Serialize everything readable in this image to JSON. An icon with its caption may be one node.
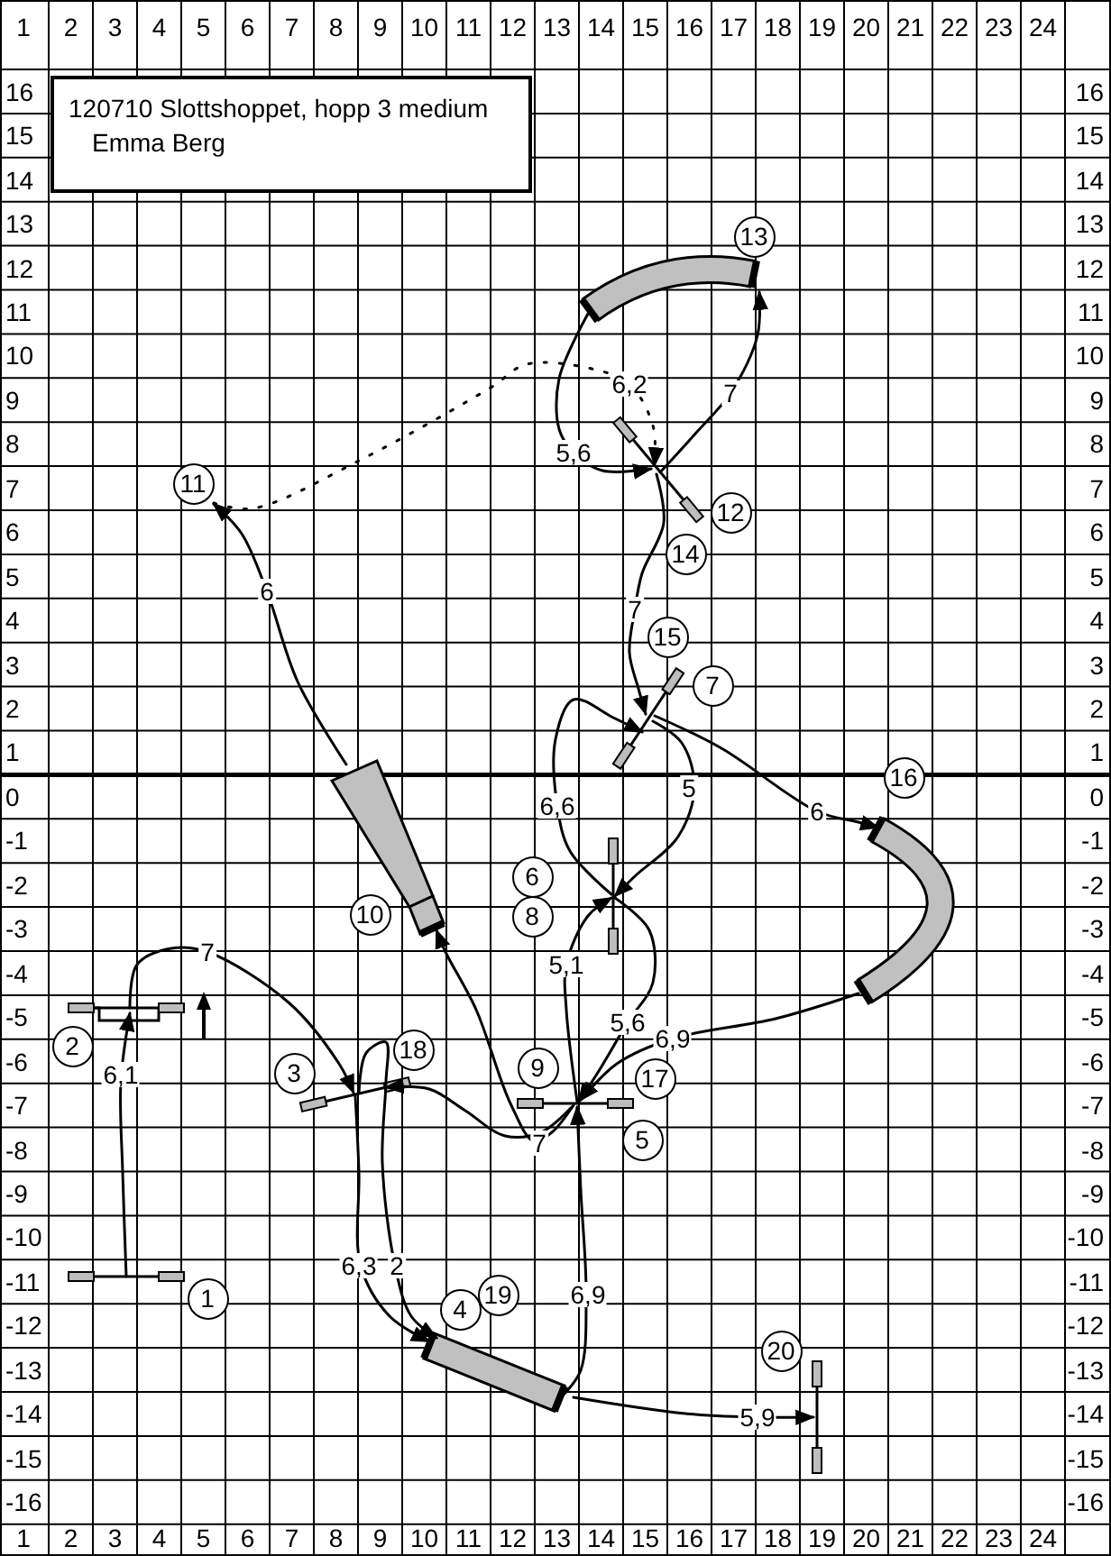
{
  "diagram": {
    "nodes": [
      {
        "text": [
          "120710 Slottshoppet, hopp 3 medium",
          "Emma Berg"
        ]
      },
      {
        "text": [
          "1"
        ]
      },
      {
        "text": [
          "2"
        ]
      },
      {
        "text": [
          "3"
        ]
      },
      {
        "text": [
          "4"
        ]
      },
      {
        "text": [
          "5"
        ]
      },
      {
        "text": [
          "6"
        ]
      },
      {
        "text": [
          "7"
        ]
      },
      {
        "text": [
          "8"
        ]
      },
      {
        "text": [
          "9"
        ]
      },
      {
        "text": [
          "10"
        ]
      },
      {
        "text": [
          "11"
        ]
      },
      {
        "text": [
          "12"
        ]
      },
      {
        "text": [
          "13"
        ]
      },
      {
        "text": [
          "14"
        ]
      },
      {
        "text": [
          "15"
        ]
      },
      {
        "text": [
          "16"
        ]
      },
      {
        "text": [
          "17"
        ]
      },
      {
        "text": [
          "18"
        ]
      },
      {
        "text": [
          "19"
        ]
      },
      {
        "text": [
          "20"
        ]
      },
      {
        "text": [],
        "shape": "bar"
      },
      {
        "text": [],
        "shape": "bar"
      },
      {
        "text": [],
        "shape": "bar"
      },
      {
        "text": [],
        "shape": "box"
      },
      {
        "text": [],
        "shape": "bar"
      },
      {
        "text": [],
        "shape": "bar"
      },
      {
        "text": [],
        "shape": "bar"
      },
      {
        "text": [],
        "shape": "box"
      },
      {
        "text": [],
        "shape": "bar"
      },
      {
        "text": [],
        "shape": "box"
      },
      {
        "text": [],
        "shape": "box"
      },
      {
        "text": [],
        "shape": "bar"
      }
    ],
    "edges": [
      {
        "from": 21,
        "to": 22,
        "arrow": "to",
        "label": "6,1"
      },
      {
        "from": 22,
        "to": 23,
        "arrow": "to",
        "label": "7"
      },
      {
        "from": 23,
        "to": 24,
        "arrow": "to",
        "label": "6,3"
      },
      {
        "from": 24,
        "to": 25,
        "arrow": "to",
        "label": "6,9"
      },
      {
        "from": 25,
        "to": 26,
        "arrow": "to",
        "label": "5,1"
      },
      {
        "from": 26,
        "to": 27,
        "arrow": "to",
        "label": "6,6"
      },
      {
        "from": 27,
        "to": 26,
        "arrow": "to",
        "label": "5"
      },
      {
        "from": 26,
        "to": 25,
        "arrow": "to",
        "label": "5,6"
      },
      {
        "from": 25,
        "to": 28,
        "arrow": "to",
        "label": "7"
      },
      {
        "from": 28,
        "to": 11,
        "arrow": "to",
        "label": "6"
      },
      {
        "from": 11,
        "to": 29,
        "arrow": "to",
        "label": "6,2",
        "style": "dashed"
      },
      {
        "from": 29,
        "to": 30,
        "arrow": "to",
        "label": "7"
      },
      {
        "from": 30,
        "to": 29,
        "arrow": "to",
        "label": "5,6"
      },
      {
        "from": 29,
        "to": 27,
        "arrow": "to",
        "label": "7"
      },
      {
        "from": 27,
        "to": 31,
        "arrow": "to",
        "label": "6"
      },
      {
        "from": 31,
        "to": 25,
        "arrow": "to",
        "label": "6,9"
      },
      {
        "from": 25,
        "to": 23,
        "arrow": "to"
      },
      {
        "from": 23,
        "to": 24,
        "arrow": "to",
        "label": "2"
      },
      {
        "from": 24,
        "to": 32,
        "arrow": "to",
        "label": "5,9"
      }
    ],
    "labels": [
      "1",
      "2",
      "3",
      "4",
      "5",
      "6",
      "7",
      "8",
      "9",
      "10",
      "11",
      "12",
      "13",
      "14",
      "15",
      "16",
      "17",
      "18",
      "19",
      "20",
      "21",
      "22",
      "23",
      "24",
      "16",
      "16",
      "15",
      "15",
      "14",
      "14",
      "13",
      "13",
      "12",
      "12",
      "11",
      "11",
      "10",
      "10",
      "9",
      "9",
      "8",
      "8",
      "7",
      "7",
      "6",
      "6",
      "5",
      "5",
      "4",
      "4",
      "3",
      "3",
      "2",
      "2",
      "1",
      "1",
      "0",
      "0",
      "-1",
      "-1",
      "-2",
      "-2",
      "-3",
      "-3",
      "-4",
      "-4",
      "-5",
      "-5",
      "-6",
      "-6",
      "-7",
      "-7",
      "-8",
      "-8",
      "-9",
      "-9",
      "-10",
      "-10",
      "-11",
      "-11",
      "-12",
      "-12",
      "-13",
      "-13",
      "-14",
      "-14",
      "-15",
      "-15",
      "-16",
      "-16",
      "1",
      "2",
      "3",
      "4",
      "5",
      "6",
      "7",
      "8",
      "9",
      "10",
      "11",
      "12",
      "13",
      "14",
      "15",
      "16",
      "17",
      "18",
      "19",
      "20",
      "21",
      "22",
      "23",
      "24"
    ]
  }
}
